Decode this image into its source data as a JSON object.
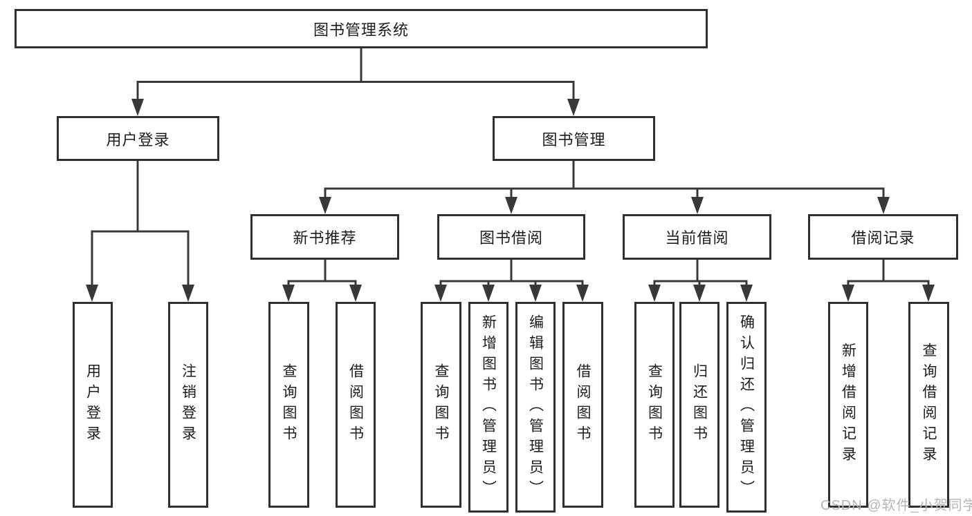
{
  "diagram": {
    "root": "图书管理系统",
    "level2": [
      {
        "label": "用户登录",
        "children": [
          "用户登录",
          "注销登录"
        ]
      },
      {
        "label": "图书管理",
        "sections": [
          {
            "label": "新书推荐",
            "children": [
              "查询图书",
              "借阅图书"
            ]
          },
          {
            "label": "图书借阅",
            "children": [
              "查询图书",
              "新增图书（管理员）",
              "编辑图书（管理员）",
              "借阅图书"
            ]
          },
          {
            "label": "当前借阅",
            "children": [
              "查询图书",
              "归还图书",
              "确认归还（管理员）"
            ]
          },
          {
            "label": "借阅记录",
            "children": [
              "新增借阅记录",
              "查询借阅记录"
            ]
          }
        ]
      }
    ]
  },
  "watermark": "CSDN @软件_小贺同学",
  "colors": {
    "line": "#383838",
    "border": "#2f2f2f",
    "text": "#1c1c1c",
    "watermark": "#b5b5b5",
    "bg": "#ffffff"
  }
}
